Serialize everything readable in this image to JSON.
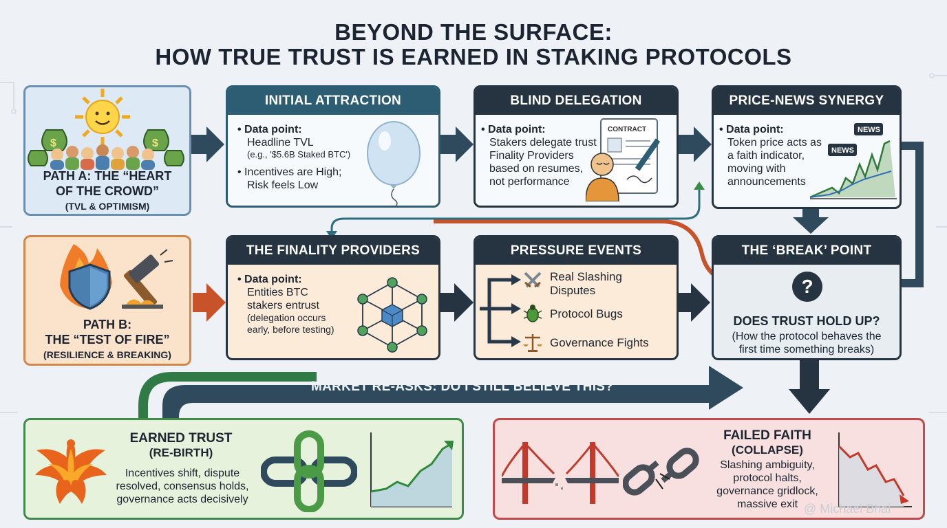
{
  "title": {
    "line1": "BEYOND THE SURFACE:",
    "line2": "HOW TRUE TRUST IS EARNED IN STAKING PROTOCOLS"
  },
  "path_a": {
    "line1": "PATH A: THE “HEART",
    "line2": "OF THE CROWD”",
    "line3": "(TVL & OPTIMISM)",
    "icons": [
      "sun-icon",
      "crowd-icon",
      "money-bag-icon"
    ]
  },
  "path_b": {
    "line1": "PATH B:",
    "line2": "THE “TEST OF FIRE”",
    "line3": "(RESILIENCE & BREAKING)",
    "icons": [
      "shield-fire-icon",
      "hammer-icon"
    ]
  },
  "initial_attraction": {
    "header": "INITIAL ATTRACTION",
    "dp_label": "• Data point:",
    "line1": "Headline TVL",
    "line2": "(e.g., '$5.6B Staked BTC')",
    "line3": "• Incentives are High;",
    "line4": "Risk feels Low",
    "icon": "balloon-icon"
  },
  "blind_delegation": {
    "header": "BLIND DELEGATION",
    "dp_label": "• Data point:",
    "lines": [
      "Stakers delegate trust",
      "Finality Providers",
      "based on resumes,",
      "not performance"
    ],
    "contract_label": "CONTRACT",
    "icon": "contract-icon"
  },
  "price_news": {
    "header": "PRICE-NEWS SYNERGY",
    "dp_label": "• Data point:",
    "lines": [
      "Token price acts as",
      "a faith indicator,",
      "moving with",
      "announcements"
    ],
    "news1": "NEWS",
    "news2": "NEWS",
    "icon": "price-chart-icon"
  },
  "finality_providers": {
    "header": "THE FINALITY PROVIDERS",
    "dp_label": "• Data point:",
    "lines": [
      "Entities BTC",
      "stakers entrust"
    ],
    "small_lines": [
      "(delegation occurs",
      "early, before testing)"
    ],
    "icon": "network-cube-icon"
  },
  "pressure_events": {
    "header": "PRESSURE EVENTS",
    "items": [
      "Real Slashing",
      "Disputes",
      "Protocol Bugs",
      "Governance Fights"
    ],
    "icons": [
      "swords-icon",
      "bug-icon",
      "scales-icon"
    ]
  },
  "break_point": {
    "header": "THE ‘BREAK’ POINT",
    "symbol": "?",
    "question": "DOES TRUST HOLD UP?",
    "sub1": "(How the protocol behaves the",
    "sub2": "first time something breaks)"
  },
  "market": {
    "text": "MARKET RE-ASKS: DO I STILL BELIEVE THIS?"
  },
  "earned_trust": {
    "title1": "EARNED TRUST",
    "title2": "(RE-BIRTH)",
    "lines": [
      "Incentives shift, dispute",
      "resolved, consensus holds,",
      "governance acts decisively"
    ],
    "icons": [
      "phoenix-icon",
      "chain-icon",
      "rising-chart-icon"
    ]
  },
  "failed_faith": {
    "title1": "FAILED FAITH",
    "title2": "(COLLAPSE)",
    "lines": [
      "Slashing ambiguity,",
      "protocol halts,",
      "governance gridlock,",
      "massive exit"
    ],
    "icons": [
      "broken-bridge-icon",
      "broken-chain-icon",
      "falling-chart-icon"
    ]
  },
  "watermark": "@ Michael Bhai",
  "colors": {
    "teal_header": "#2c5d72",
    "dark_header": "#263441",
    "path_a_bg": "#dde9f4",
    "path_b_bg": "#fbe3cb",
    "earned_bg": "#e7f2dc",
    "failed_bg": "#f8e0e0",
    "orange_arrow": "#c8532a",
    "green_arrow": "#2f7a45"
  }
}
